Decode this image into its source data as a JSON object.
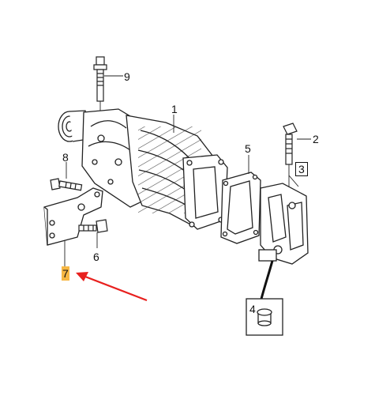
{
  "diagram": {
    "callouts": [
      {
        "id": "c9",
        "label": "9"
      },
      {
        "id": "c1",
        "label": "1"
      },
      {
        "id": "c2",
        "label": "2"
      },
      {
        "id": "c5",
        "label": "5"
      },
      {
        "id": "c3",
        "label": "3"
      },
      {
        "id": "c8",
        "label": "8"
      },
      {
        "id": "c6",
        "label": "6"
      },
      {
        "id": "c4",
        "label": "4"
      },
      {
        "id": "c7",
        "label": "7"
      }
    ],
    "highlight_color": "#f6b744",
    "arrow_color": "#e8201e"
  }
}
